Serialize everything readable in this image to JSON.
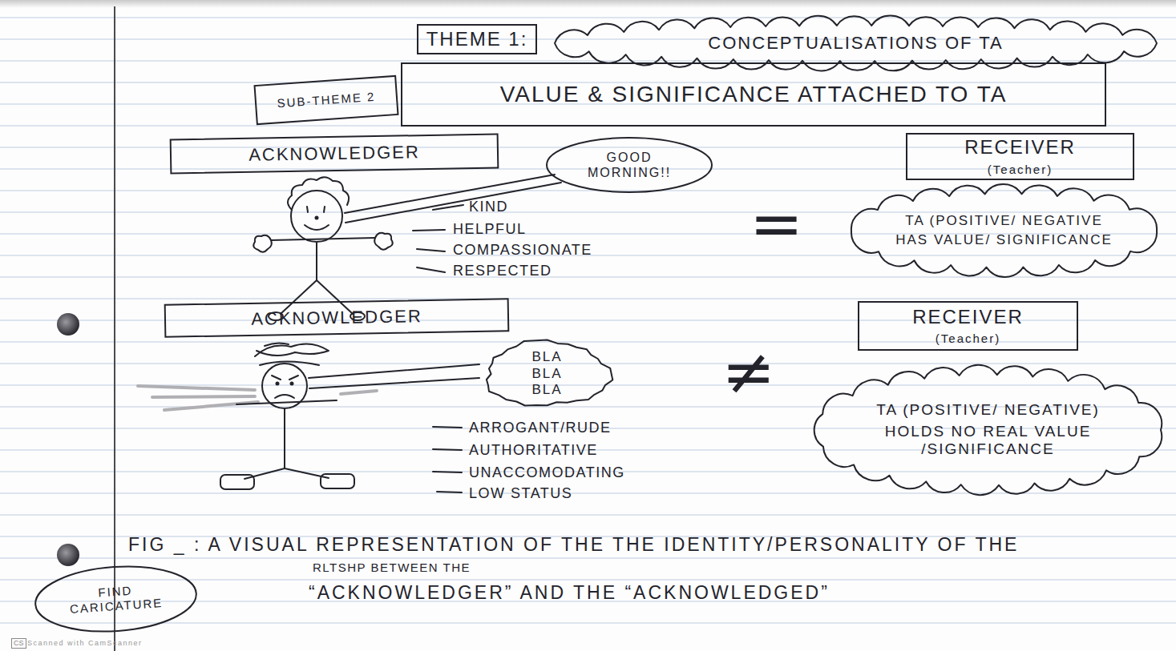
{
  "diagram": {
    "caption": "FIG _ : A VISUAL REPRESENTATION OF THE THE IDENTITY/PERSONALITY OF THE “ACKNOWLEDGER” AND THE “ACKNOWLEDGED”",
    "nodes": [
      {
        "text": [
          "THEME 1:"
        ]
      },
      {
        "text": [
          "CONCEPTUALISATIONS OF TA"
        ]
      },
      {
        "text": [
          "SUB-THEME 2"
        ]
      },
      {
        "text": [
          "VALUE & SIGNIFICANCE ATTACHED TO TA"
        ]
      },
      {
        "text": [
          "ACKNOWLEDGER"
        ]
      },
      {
        "text": [
          "GOOD MORNING!!"
        ]
      },
      {
        "text": [
          "RECEIVER",
          "(Teacher)"
        ]
      },
      {
        "text": [
          "TA (POSITIVE/ NEGATIVE",
          "HAS VALUE/ SIGNIFICANCE"
        ]
      },
      {
        "text": [
          "ACKNOWLEDGER"
        ]
      },
      {
        "text": [
          "BLA BLA BLA"
        ]
      },
      {
        "text": [
          "RECEIVER",
          "(Teacher)"
        ]
      },
      {
        "text": [
          "TA (POSITIVE/ NEGATIVE)",
          "HOLDS NO REAL VALUE /SIGNIFICANCE"
        ]
      },
      {
        "text": [
          "FIND CARICATURE"
        ]
      }
    ],
    "labels": [
      "KIND",
      "HELPFUL",
      "COMPASSIONATE",
      "RESPECTED",
      "=",
      "ARROGANT/RUDE",
      "AUTHORITATIVE",
      "UNACCOMODATING",
      "LOW STATUS",
      "≠",
      "RLTSHP BETWEEN THE",
      "CS",
      "Scanned with CamScanner"
    ]
  }
}
